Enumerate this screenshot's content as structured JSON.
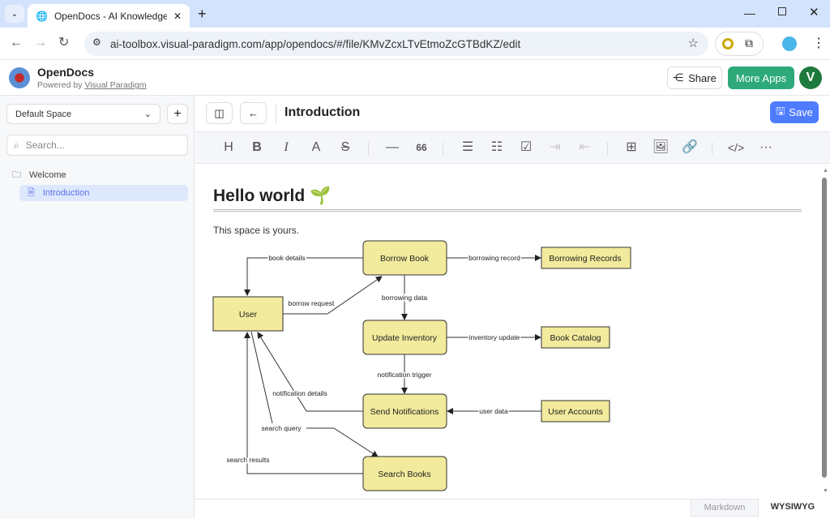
{
  "browser": {
    "tab_title": "OpenDocs - AI Knowledge Base",
    "url": "ai-toolbox.visual-paradigm.com/app/opendocs/#/file/KMvZcxLTvEtmoZcGTBdKZ/edit"
  },
  "app": {
    "name": "OpenDocs",
    "powered_prefix": "Powered by ",
    "powered_link": "Visual Paradigm",
    "share": "Share",
    "more_apps": "More Apps",
    "avatar": "V"
  },
  "sidebar": {
    "space": "Default Space",
    "search_placeholder": "Search...",
    "tree": [
      {
        "label": "Welcome"
      },
      {
        "label": "Introduction"
      }
    ]
  },
  "editor": {
    "title": "Introduction",
    "save": "Save",
    "heading": "Hello world 🌱",
    "paragraph": "This space is yours.",
    "modes": [
      "Markdown",
      "WYSIWYG"
    ],
    "active_mode": "WYSIWYG"
  },
  "toolbar": {
    "heading": "H",
    "bold": "B",
    "italic": "I",
    "color": "A",
    "strike": "S",
    "hr": "—",
    "quote": "66",
    "code": "</>",
    "more": "···"
  },
  "diagram": {
    "nodes": {
      "user": "User",
      "borrow": "Borrow Book",
      "update": "Update Inventory",
      "notify": "Send Notifications",
      "search": "Search Books",
      "records": "Borrowing Records",
      "catalog": "Book Catalog",
      "accounts": "User Accounts"
    },
    "edges": {
      "book_details": "book details",
      "borrow_request": "borrow request",
      "borrowing_data": "borrowing data",
      "borrowing_record": "borrowing record",
      "inventory_update": "inventory update",
      "notification_trigger": "notification trigger",
      "user_data": "user data",
      "notification_details": "notification details",
      "search_query": "search query",
      "search_results": "search results"
    },
    "colors": {
      "fill": "#f2ea9c",
      "stroke": "#333333"
    }
  },
  "colors": {
    "accent": "#4f7cff",
    "green": "#2eaa7a",
    "avatar": "#1e7a3c"
  }
}
